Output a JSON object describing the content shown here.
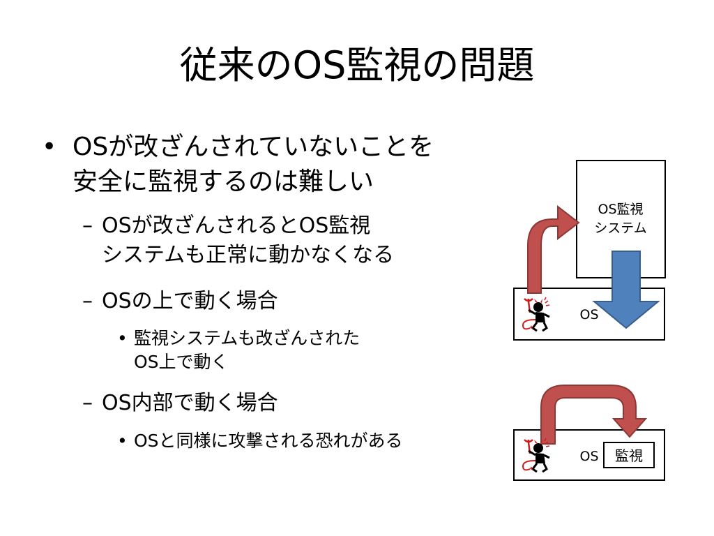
{
  "slide": {
    "title": "従来のOS監視の問題",
    "bullets": [
      {
        "mark": "•",
        "text": "OSが改ざんされていないことを\n安全に監視するのは難しい"
      }
    ],
    "sub_bullets": [
      {
        "mark": "–",
        "text": "OSが改ざんされるとOS監視\nシステムも正常に動かなくなる"
      },
      {
        "mark": "–",
        "text": "OSの上で動く場合"
      },
      {
        "mark": "–",
        "text": "OS内部で動く場合"
      }
    ],
    "sub_sub_bullets": [
      {
        "mark": "•",
        "text": "監視システムも改ざんされた\nOS上で動く"
      },
      {
        "mark": "•",
        "text": "OSと同様に攻撃される恐れがある"
      }
    ]
  },
  "diagram": {
    "top": {
      "monitor_label_line1": "OS監視",
      "monitor_label_line2": "システム",
      "os_label": "OS"
    },
    "bottom": {
      "os_label": "OS",
      "monitor_label": "監視"
    },
    "colors": {
      "red_arrow_fill": "#c0504d",
      "red_arrow_stroke": "#8c3836",
      "blue_arrow_fill": "#4f81bd",
      "blue_arrow_stroke": "#385d8a",
      "box_stroke": "#000000",
      "devil_red": "#d11a1a"
    },
    "icons": [
      "devil-icon",
      "devil-icon"
    ]
  }
}
